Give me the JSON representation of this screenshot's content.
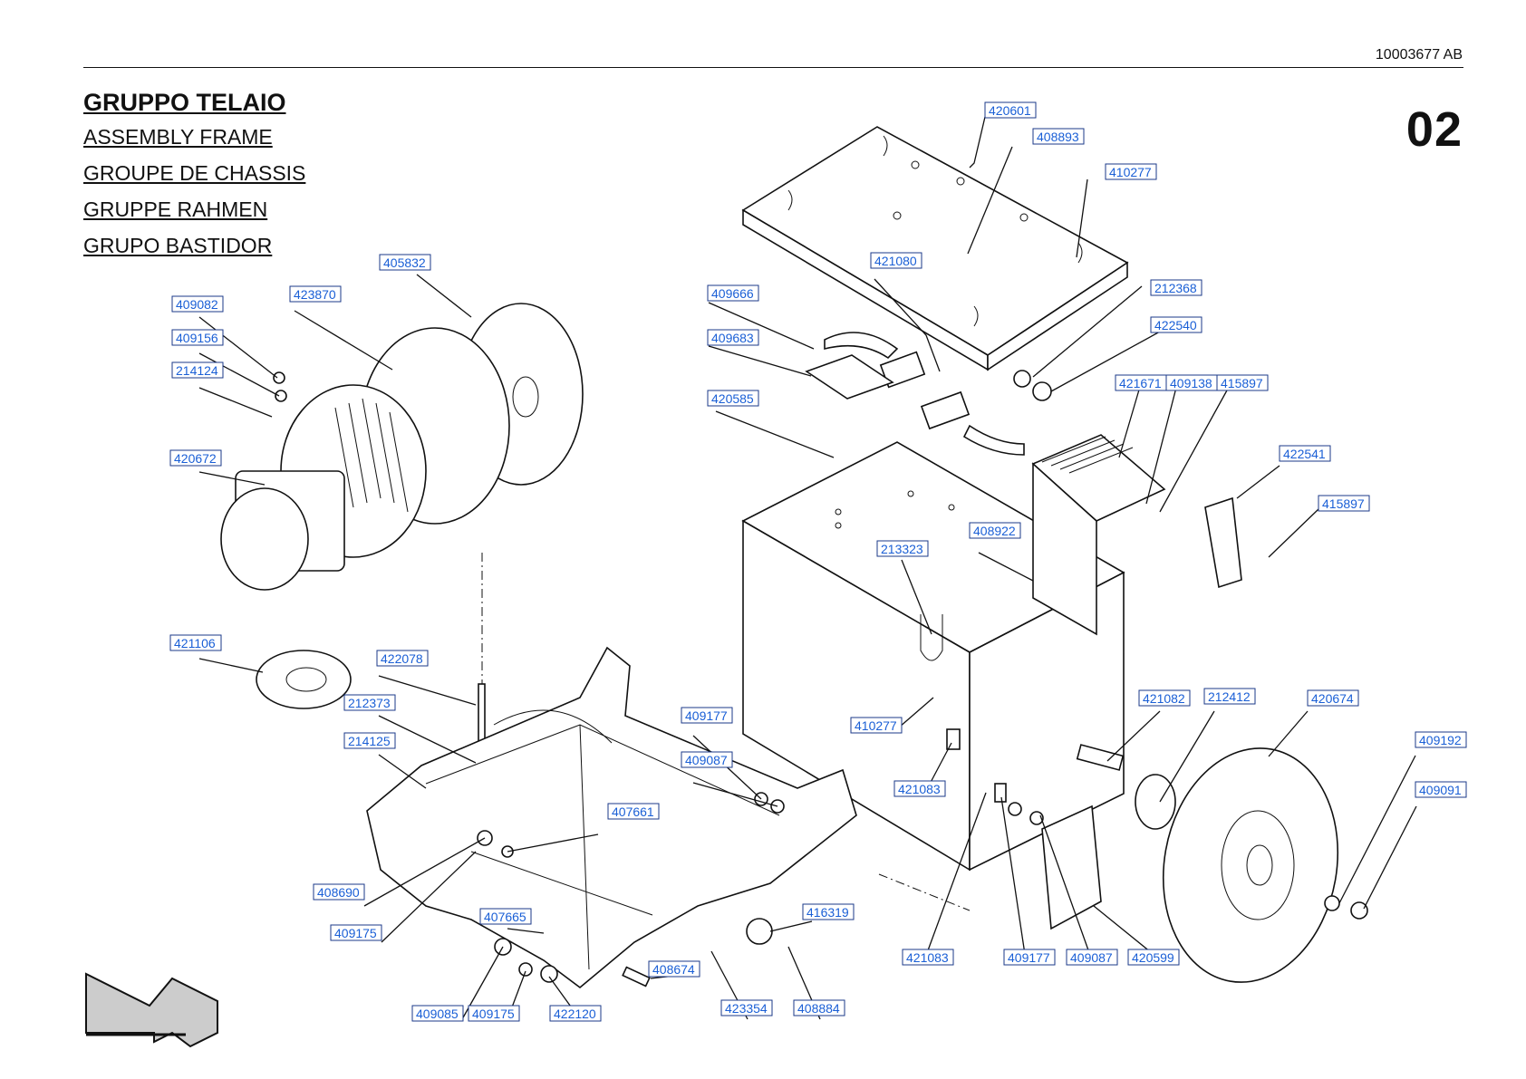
{
  "header": {
    "doc_number": "10003677 AB",
    "page_number": "02"
  },
  "titles": [
    "GRUPPO TELAIO",
    "ASSEMBLY FRAME",
    "GROUPE DE CHASSIS",
    "GRUPPE RAHMEN",
    "GRUPO BASTIDOR"
  ],
  "part_labels": [
    "420601",
    "408893",
    "410277",
    "421080",
    "212368",
    "422540",
    "409666",
    "409683",
    "420585",
    "421671",
    "409138",
    "415897",
    "422541",
    "415897",
    "405832",
    "423870",
    "409082",
    "409156",
    "214124",
    "420672",
    "408922",
    "213323",
    "421106",
    "422078",
    "212373",
    "214125",
    "409177",
    "409087",
    "410277",
    "421083",
    "407661",
    "421082",
    "212412",
    "420674",
    "409192",
    "409091",
    "408690",
    "409175",
    "407665",
    "416319",
    "408674",
    "421083",
    "409177",
    "409087",
    "420599",
    "409085",
    "409175",
    "422120",
    "423354",
    "408884"
  ]
}
